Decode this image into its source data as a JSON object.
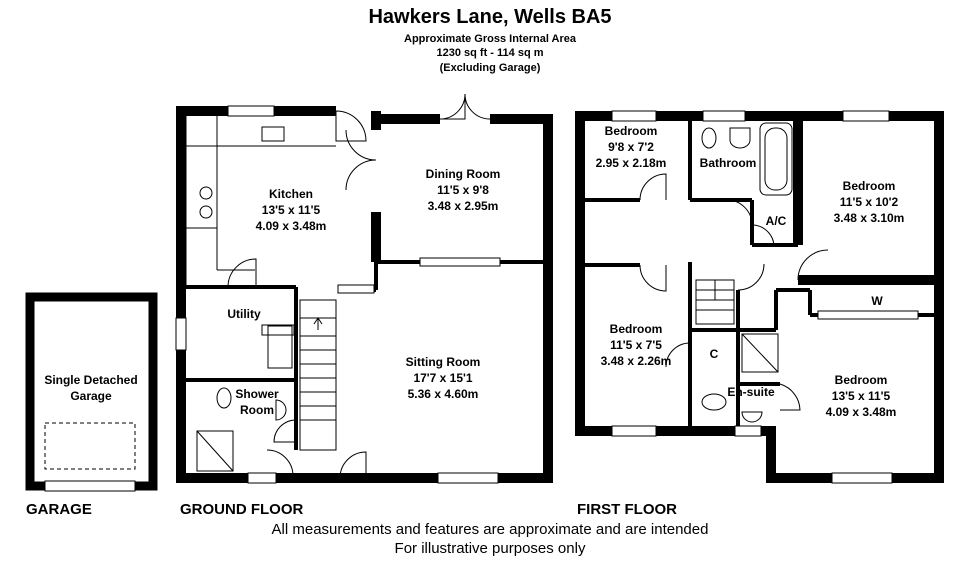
{
  "header": {
    "title": "Hawkers Lane, Wells BA5",
    "area_label": "Approximate Gross Internal Area",
    "area_value": "1230 sq ft - 114 sq m",
    "area_note": "(Excluding Garage)"
  },
  "floors": {
    "garage": "GARAGE",
    "ground": "GROUND FLOOR",
    "first": "FIRST FLOOR"
  },
  "rooms": {
    "garage": {
      "name": "Single Detached",
      "name2": "Garage"
    },
    "kitchen": {
      "name": "Kitchen",
      "imperial": "13'5 x 11'5",
      "metric": "4.09 x 3.48m"
    },
    "dining": {
      "name": "Dining Room",
      "imperial": "11'5 x 9'8",
      "metric": "3.48 x 2.95m"
    },
    "utility": {
      "name": "Utility"
    },
    "shower": {
      "name": "Shower",
      "name2": "Room"
    },
    "sitting": {
      "name": "Sitting Room",
      "imperial": "17'7 x 15'1",
      "metric": "5.36 x 4.60m"
    },
    "bed_front_left": {
      "name": "Bedroom",
      "imperial": "9'8 x 7'2",
      "metric": "2.95 x 2.18m"
    },
    "bathroom": {
      "name": "Bathroom"
    },
    "bed_front_right": {
      "name": "Bedroom",
      "imperial": "11'5 x 10'2",
      "metric": "3.48 x 3.10m"
    },
    "ac": {
      "name": "A/C"
    },
    "wardrobe": {
      "name": "W"
    },
    "bed_rear_left": {
      "name": "Bedroom",
      "imperial": "11'5 x 7'5",
      "metric": "3.48 x 2.26m"
    },
    "cupboard": {
      "name": "C"
    },
    "ensuite": {
      "name": "En-suite"
    },
    "bed_rear_right": {
      "name": "Bedroom",
      "imperial": "13'5 x 11'5",
      "metric": "4.09 x 3.48m"
    }
  },
  "footer": {
    "line1": "All measurements and features are approximate and are intended",
    "line2": "For illustrative purposes only"
  }
}
